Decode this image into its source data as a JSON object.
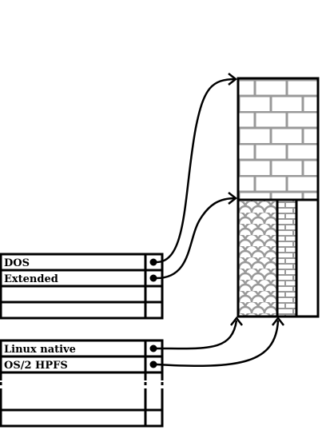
{
  "primary_table": {
    "rows": [
      {
        "label": "DOS"
      },
      {
        "label": "Extended"
      },
      {
        "label": ""
      },
      {
        "label": ""
      }
    ]
  },
  "extended_table": {
    "rows": [
      {
        "label": "Linux native"
      },
      {
        "label": "OS/2 HPFS"
      }
    ]
  },
  "colors": {
    "line": "#000000",
    "pattern": "#999999"
  }
}
